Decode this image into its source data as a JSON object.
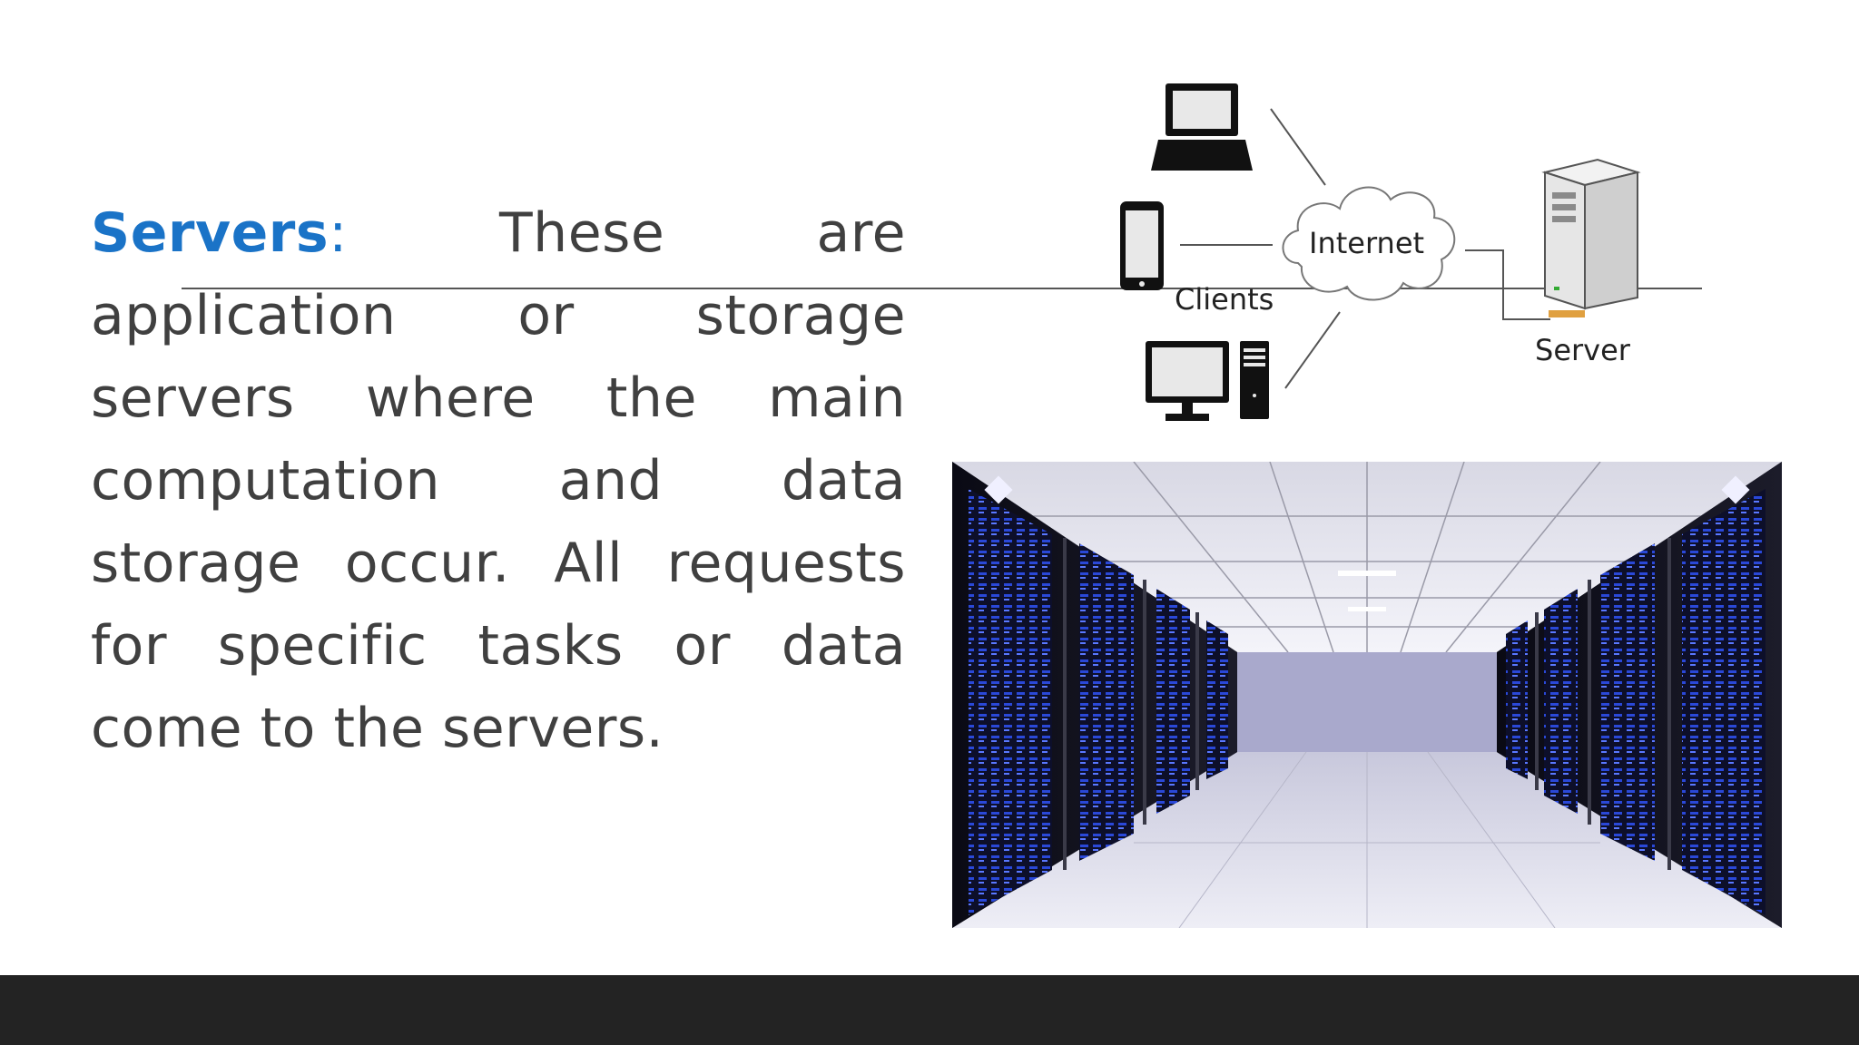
{
  "content": {
    "term": "Servers",
    "colon": ":",
    "description": " These are application or storage servers where the main computation and data storage occur. All requests for specific tasks or data come to the servers."
  },
  "diagram": {
    "internet_label": "Internet",
    "clients_label": "Clients",
    "server_label": "Server"
  },
  "colors": {
    "accent": "#1a73c7",
    "body_text": "#404040",
    "footer": "#232323"
  }
}
